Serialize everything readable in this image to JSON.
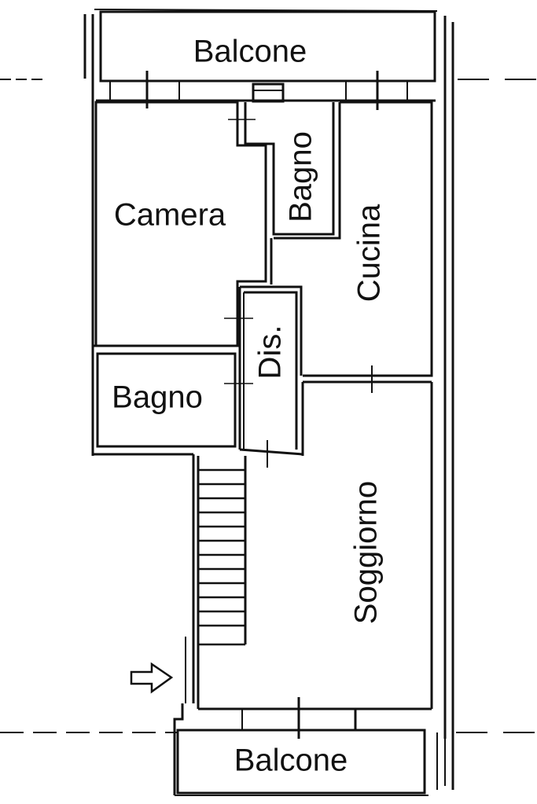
{
  "plan": {
    "type": "floor-plan",
    "rooms": [
      {
        "id": "balcone-top",
        "label": "Balcone",
        "orientation": "horizontal"
      },
      {
        "id": "camera",
        "label": "Camera",
        "orientation": "horizontal"
      },
      {
        "id": "bagno-top",
        "label": "Bagno",
        "orientation": "vertical"
      },
      {
        "id": "cucina",
        "label": "Cucina",
        "orientation": "vertical"
      },
      {
        "id": "disimpegno",
        "label": "Dis.",
        "orientation": "vertical"
      },
      {
        "id": "bagno-left",
        "label": "Bagno",
        "orientation": "horizontal"
      },
      {
        "id": "soggiorno",
        "label": "Soggiorno",
        "orientation": "vertical"
      },
      {
        "id": "balcone-bottom",
        "label": "Balcone",
        "orientation": "horizontal"
      }
    ],
    "entrance_arrow": "arrow-right-icon",
    "stair_steps": 13,
    "colors": {
      "wall": "#111111",
      "background": "#ffffff"
    }
  }
}
